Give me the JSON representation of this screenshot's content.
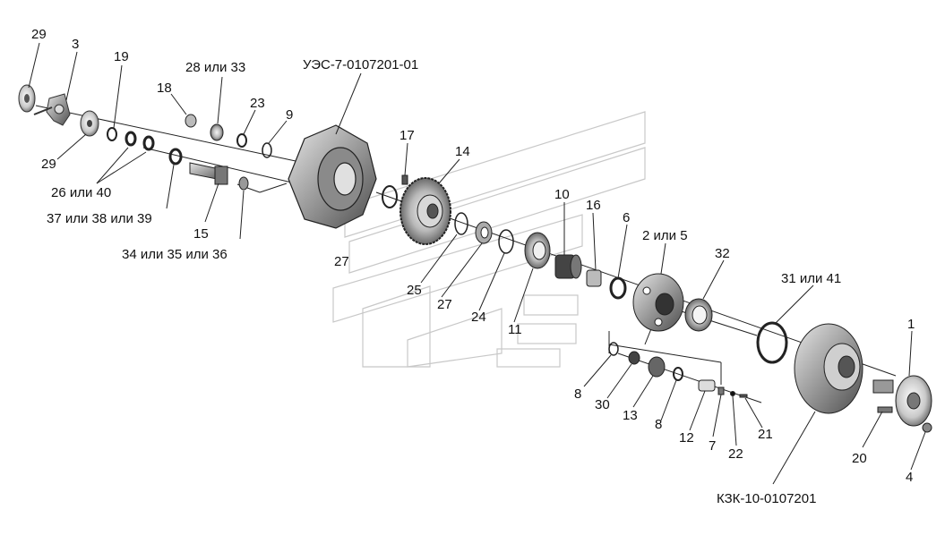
{
  "labels": {
    "p29a": "29",
    "p3": "3",
    "p19": "19",
    "p18": "18",
    "p28_33": "28 или 33",
    "p23": "23",
    "p9": "9",
    "uez": "УЭС-7-0107201-01",
    "p29b": "29",
    "p26_40": "26 или 40",
    "p37_38_39": "37 или 38 или 39",
    "p15": "15",
    "p34_35_36": "34 или 35 или 36",
    "p17": "17",
    "p14": "14",
    "p27a": "27",
    "p25": "25",
    "p27b": "27",
    "p24": "24",
    "p11": "11",
    "p10": "10",
    "p16": "16",
    "p6": "6",
    "p2_5": "2 или 5",
    "p32": "32",
    "p31_41": "31 или 41",
    "p1": "1",
    "p8a": "8",
    "p30": "30",
    "p13": "13",
    "p8b": "8",
    "p12": "12",
    "p7": "7",
    "p22": "22",
    "p21": "21",
    "p20": "20",
    "p4": "4",
    "kzk": "КЗК-10-0107201"
  }
}
